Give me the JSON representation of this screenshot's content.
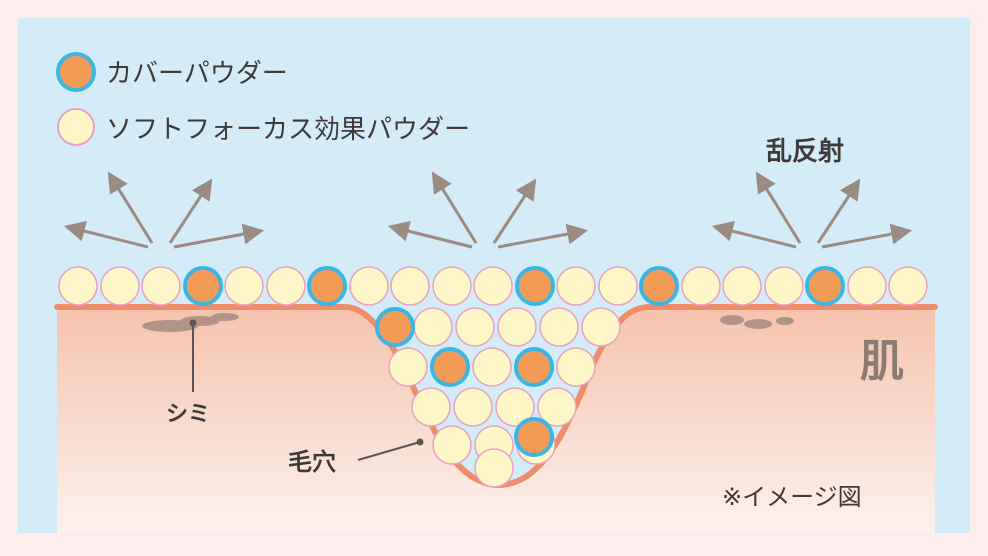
{
  "legend": {
    "cover_powder": "カバーパウダー",
    "soft_focus_powder": "ソフトフォーカス効果パウダー"
  },
  "labels": {
    "diffuse_reflection": "乱反射",
    "skin": "肌",
    "spot": "シミ",
    "pore": "毛穴",
    "note": "※イメージ図"
  },
  "colors": {
    "page_background": "#fbeeec",
    "sky": "#d4ecf7",
    "skin_top": "#f5c3ab",
    "skin_bottom": "#fdf2ee",
    "skin_outline": "#ee8c6c",
    "soft_powder_fill": "#fdf6c7",
    "soft_powder_stroke": "#e8a1be",
    "cover_powder_fill": "#f29b57",
    "cover_powder_stroke": "#3cb5e5",
    "arrow": "#9a8c84",
    "text": "#3d3a39",
    "skin_label": "#8a7b73"
  }
}
